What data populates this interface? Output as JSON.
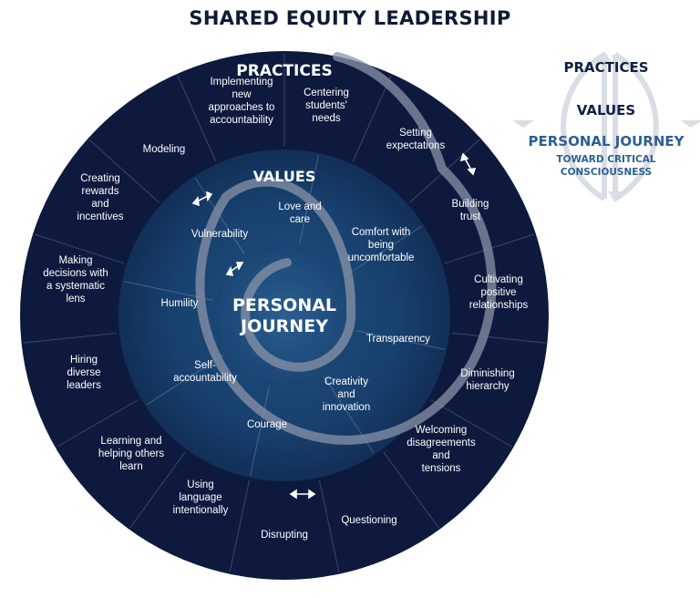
{
  "title": "SHARED EQUITY LEADERSHIP",
  "rings": {
    "practices_label": "PRACTICES",
    "values_label": "VALUES",
    "center_line1": "PERSONAL",
    "center_line2": "JOURNEY"
  },
  "practices": [
    [
      "Implementing",
      "new",
      "approaches to",
      "accountability"
    ],
    [
      "Centering",
      "students'",
      "needs"
    ],
    [
      "Setting",
      "expectations"
    ],
    [
      "Building",
      "trust"
    ],
    [
      "Cultivating",
      "positive",
      "relationships"
    ],
    [
      "Diminishing",
      "hierarchy"
    ],
    [
      "Welcoming",
      "disagreements",
      "and",
      "tensions"
    ],
    [
      "Questioning"
    ],
    [
      "Disrupting"
    ],
    [
      "Using",
      "language",
      "intentionally"
    ],
    [
      "Learning and",
      "helping others",
      "learn"
    ],
    [
      "Hiring",
      "diverse",
      "leaders"
    ],
    [
      "Making",
      "decisions with",
      "a systematic",
      "lens"
    ],
    [
      "Creating",
      "rewards",
      "and",
      "incentives"
    ],
    [
      "Modeling"
    ]
  ],
  "values": [
    [
      "Love and",
      "care"
    ],
    [
      "Comfort with",
      "being",
      "uncomfortable"
    ],
    [
      "Transparency"
    ],
    [
      "Creativity",
      "and",
      "innovation"
    ],
    [
      "Courage"
    ],
    [
      "Self-",
      "accountability"
    ],
    [
      "Humility"
    ],
    [
      "Vulnerability"
    ]
  ],
  "legend": {
    "practices": "PRACTICES",
    "values": "VALUES",
    "journey": "PERSONAL JOURNEY",
    "sub1": "TOWARD CRITICAL",
    "sub2": "CONSCIOUSNESS"
  },
  "colors": {
    "outer": "#0d1a3d",
    "middle": "#163a66",
    "center": "#1e4d7a",
    "spiral": "#8a93a8",
    "legend_dark": "#0f1f45",
    "legend_accent": "#2c5f92"
  }
}
